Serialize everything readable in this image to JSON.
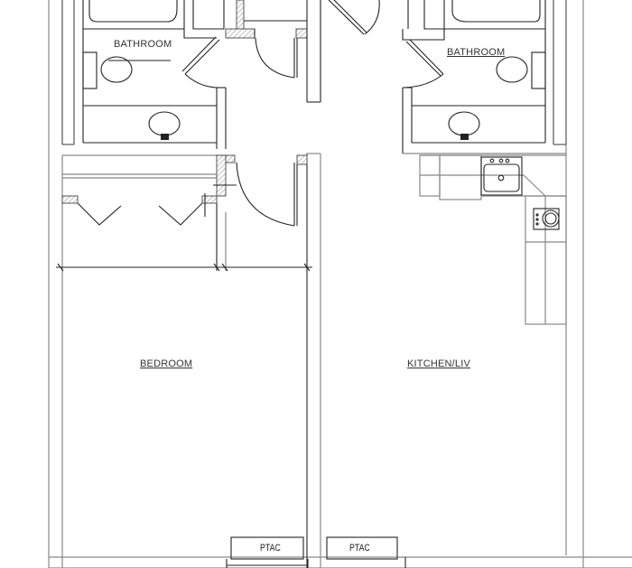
{
  "plan": {
    "rooms": {
      "bathroom_left": "BATHROOM",
      "bathroom_right": "BATHROOM",
      "bedroom": "BEDROOM",
      "kitchen_living": "KITCHEN/LIV"
    },
    "equipment": {
      "ptac_left": "PTAC",
      "ptac_right": "PTAC"
    },
    "fixtures": [
      "bathtub",
      "toilet",
      "lavatory-sink",
      "kitchen-sink",
      "range-burner",
      "closet-bifold-doors",
      "swing-doors"
    ],
    "colors": {
      "line": "#555555",
      "line_dark": "#222222",
      "hatch": "#999999",
      "background": "#ffffff"
    }
  }
}
